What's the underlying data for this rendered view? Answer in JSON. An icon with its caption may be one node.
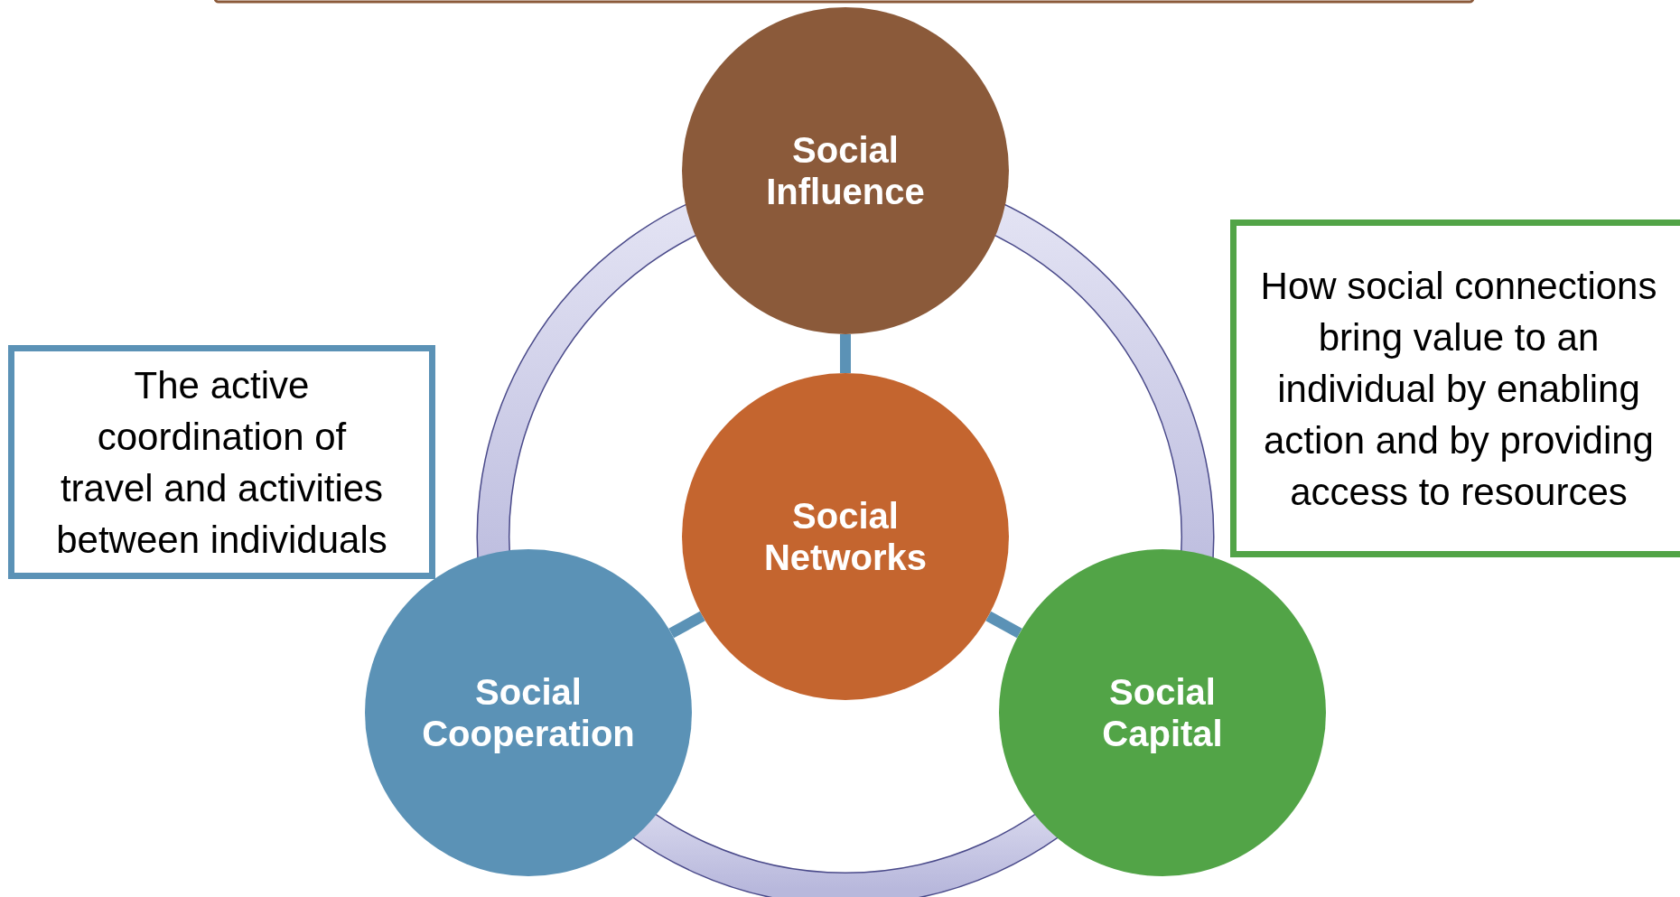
{
  "diagram": {
    "nodes": [
      {
        "text": [
          "Social Influence"
        ]
      },
      {
        "text": [
          "How social connections bring value to an individual by enabling action and by providing access to resources"
        ]
      },
      {
        "text": [
          "The active coordination of travel and activities between individuals"
        ]
      },
      {
        "text": [
          "Social Networks"
        ]
      },
      {
        "text": [
          "Social Cooperation"
        ]
      },
      {
        "text": [
          "Social Capital"
        ]
      }
    ],
    "edges": [
      {
        "from": 0,
        "to": 5,
        "arrow": "none",
        "style": "thick"
      },
      {
        "from": 5,
        "to": 4,
        "arrow": "none",
        "style": "thick"
      },
      {
        "from": 4,
        "to": 0,
        "arrow": "none",
        "style": "thick"
      },
      {
        "from": 3,
        "to": 0,
        "arrow": "none",
        "color": "#5b92b6"
      },
      {
        "from": 3,
        "to": 4,
        "arrow": "none",
        "color": "#5b92b6"
      },
      {
        "from": 3,
        "to": 5,
        "arrow": "none",
        "color": "#5b92b6"
      }
    ]
  }
}
